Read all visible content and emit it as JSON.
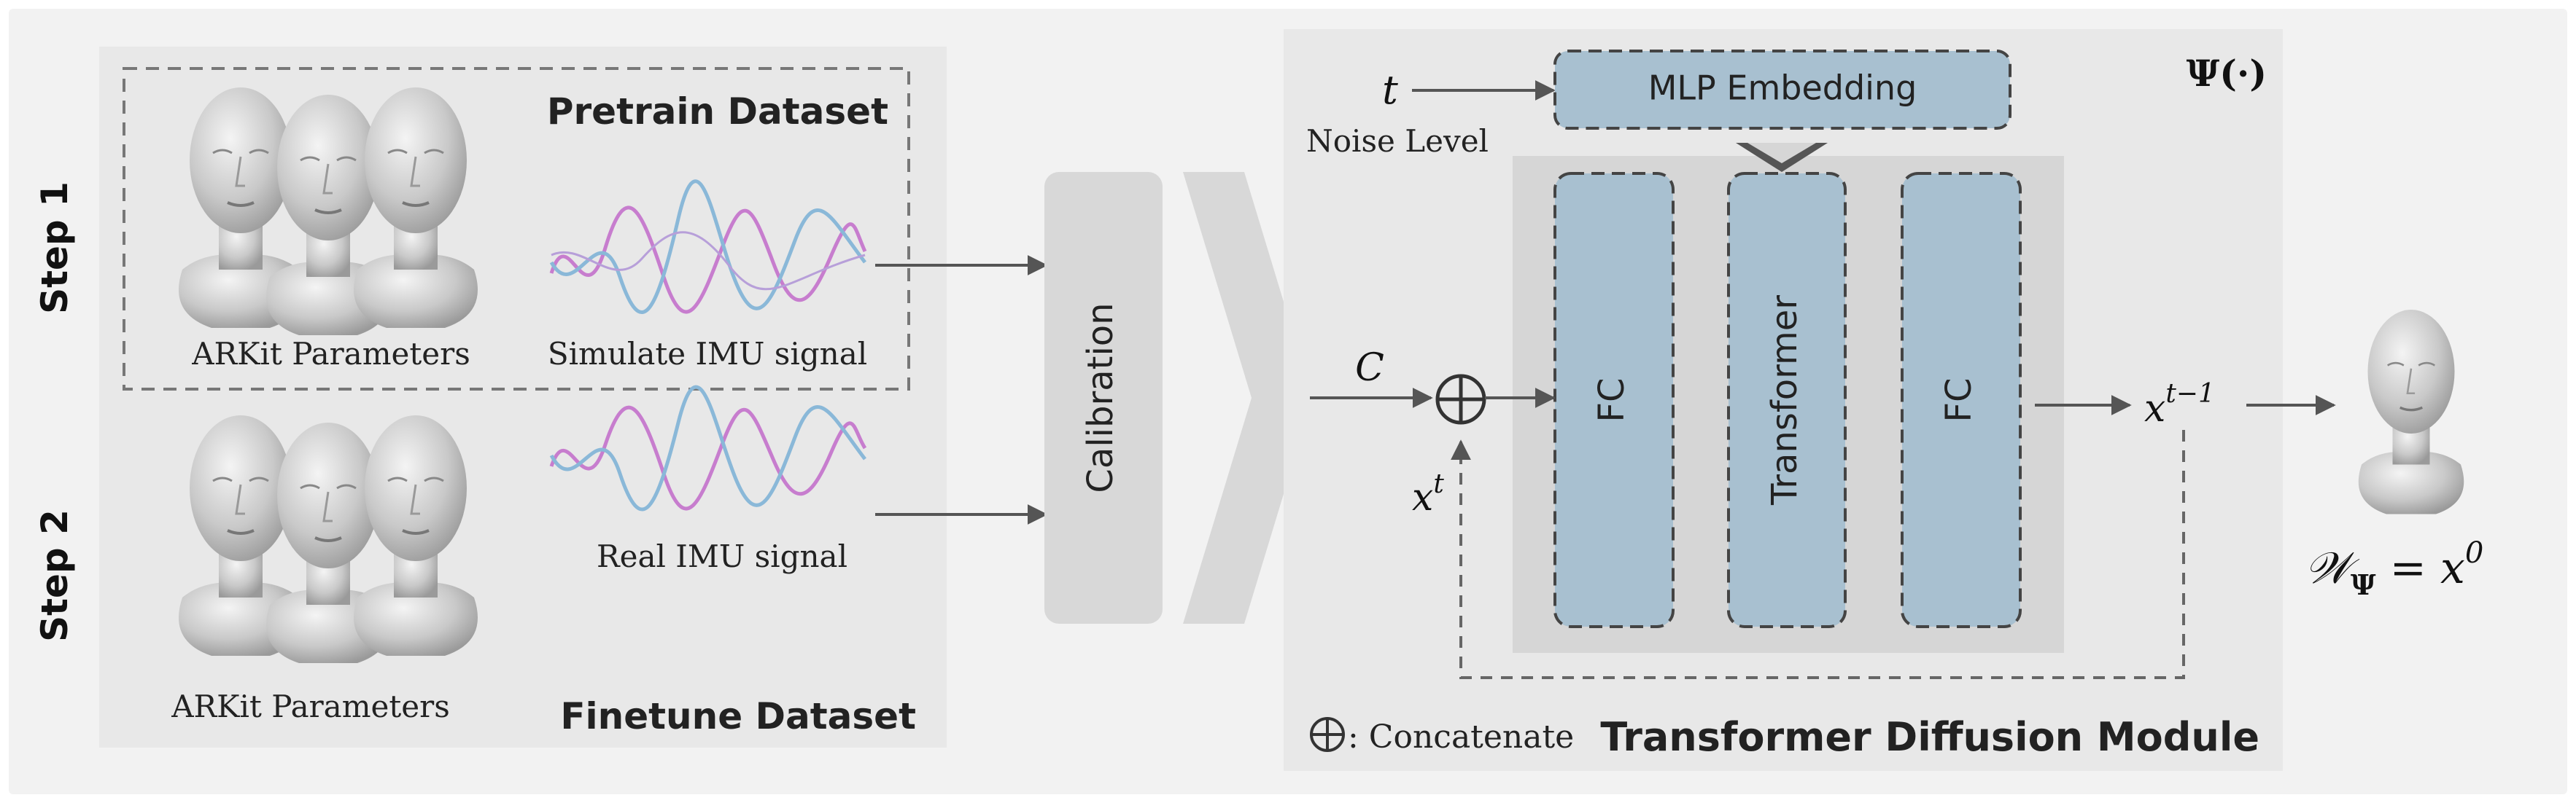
{
  "step_labels": {
    "step1": "Step 1",
    "step2": "Step 2"
  },
  "pretrain": {
    "title": "Pretrain Dataset",
    "arkit_label": "ARKit Parameters",
    "signal_label": "Simulate IMU signal"
  },
  "finetune": {
    "title": "Finetune Dataset",
    "arkit_label": "ARKit Parameters",
    "signal_label": "Real IMU signal"
  },
  "calibration": {
    "label": "Calibration"
  },
  "diffusion_module": {
    "title": "Transformer Diffusion Module",
    "psi_label": "Ψ(·)",
    "t_label": "t",
    "noise_level_label": "Noise Level",
    "mlp_label": "MLP Embedding",
    "fc1_label": "FC",
    "transformer_label": "Transformer",
    "fc2_label": "FC",
    "c_label": "C",
    "xt_base": "x",
    "xt_sup": "t",
    "xt1_base": "x",
    "xt1_sup": "t−1",
    "legend_symbol": "⊕",
    "legend_text": ": Concatenate"
  },
  "output": {
    "w_base": "𝒲",
    "w_sub": "Ψ",
    "eq": " = x",
    "sup": "0"
  },
  "colors": {
    "panel": "#e8e8e8",
    "outer": "#f2f2f2",
    "block": "#a8c0d0",
    "inner_panel": "#d6d6d6",
    "calibration": "#d8d8d8",
    "line": "#555555",
    "wave_pink": "#c77dce",
    "wave_blue": "#8ab8d8",
    "text": "#222222"
  }
}
